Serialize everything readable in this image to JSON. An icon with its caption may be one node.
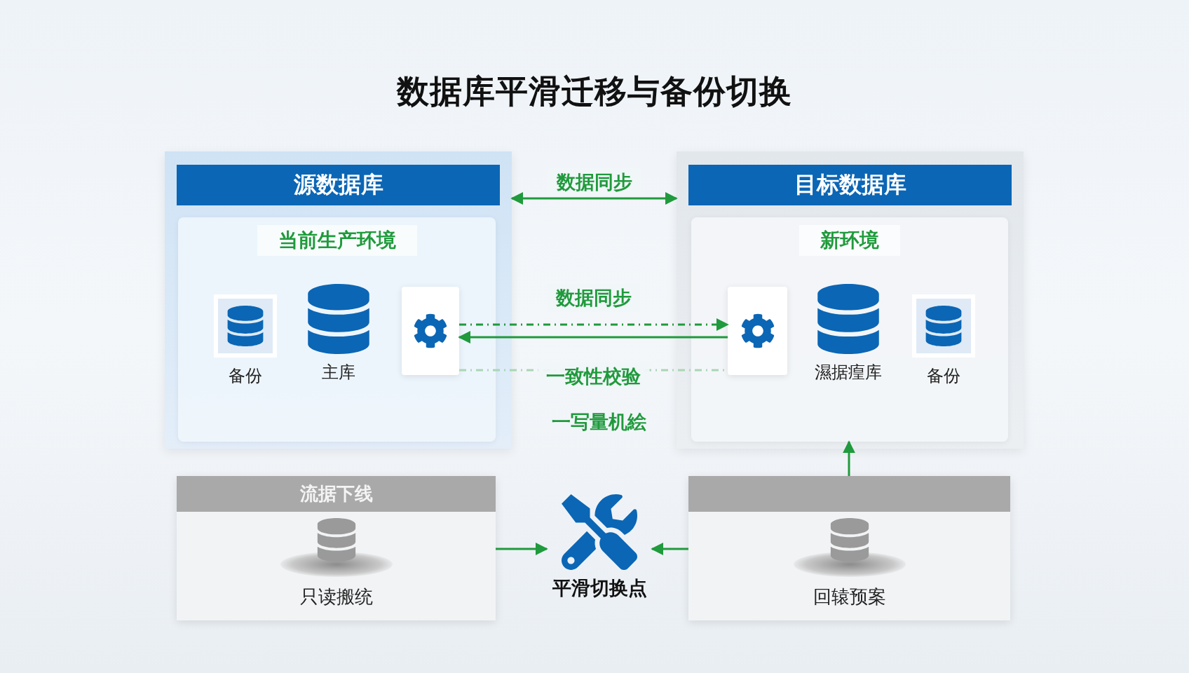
{
  "diagram": {
    "title": "数据库平滑迁移与备份切换",
    "nodes": [
      {
        "text": [
          "源数据库"
        ]
      },
      {
        "text": [
          "当前生产环境"
        ],
        "in": 0
      },
      {
        "text": [
          "备份"
        ],
        "in": 1
      },
      {
        "text": [
          "主库"
        ],
        "in": 1
      },
      {
        "text": [],
        "shape": "box",
        "in": 1
      },
      {
        "text": [
          "目标数据库"
        ]
      },
      {
        "text": [
          "新环境"
        ],
        "in": 5
      },
      {
        "text": [],
        "shape": "box",
        "in": 6
      },
      {
        "text": [
          "濕据㾮库"
        ],
        "in": 6
      },
      {
        "text": [
          "备份"
        ],
        "in": 6
      },
      {
        "text": [
          "流据下线",
          "只读搬统"
        ]
      },
      {
        "text": [
          "平滑切换点"
        ]
      },
      {
        "text": [
          "回辕预案"
        ]
      }
    ],
    "edges": [
      {
        "from": 0,
        "to": 5,
        "arrow": "both",
        "label": "数据同步"
      },
      {
        "from": 4,
        "to": 7,
        "arrow": "to",
        "style": "dashed",
        "label": "数据同步"
      },
      {
        "from": 7,
        "to": 4,
        "arrow": "to"
      },
      {
        "from": 4,
        "to": 7,
        "arrow": "none",
        "style": "dashed",
        "color": "#a9d6b5",
        "label": "一致性校验"
      },
      {
        "from": 10,
        "to": 11,
        "arrow": "to"
      },
      {
        "from": 12,
        "to": 11,
        "arrow": "to"
      },
      {
        "from": 12,
        "to": 6,
        "arrow": "to"
      }
    ],
    "labels": [
      "一写量机絵"
    ]
  }
}
